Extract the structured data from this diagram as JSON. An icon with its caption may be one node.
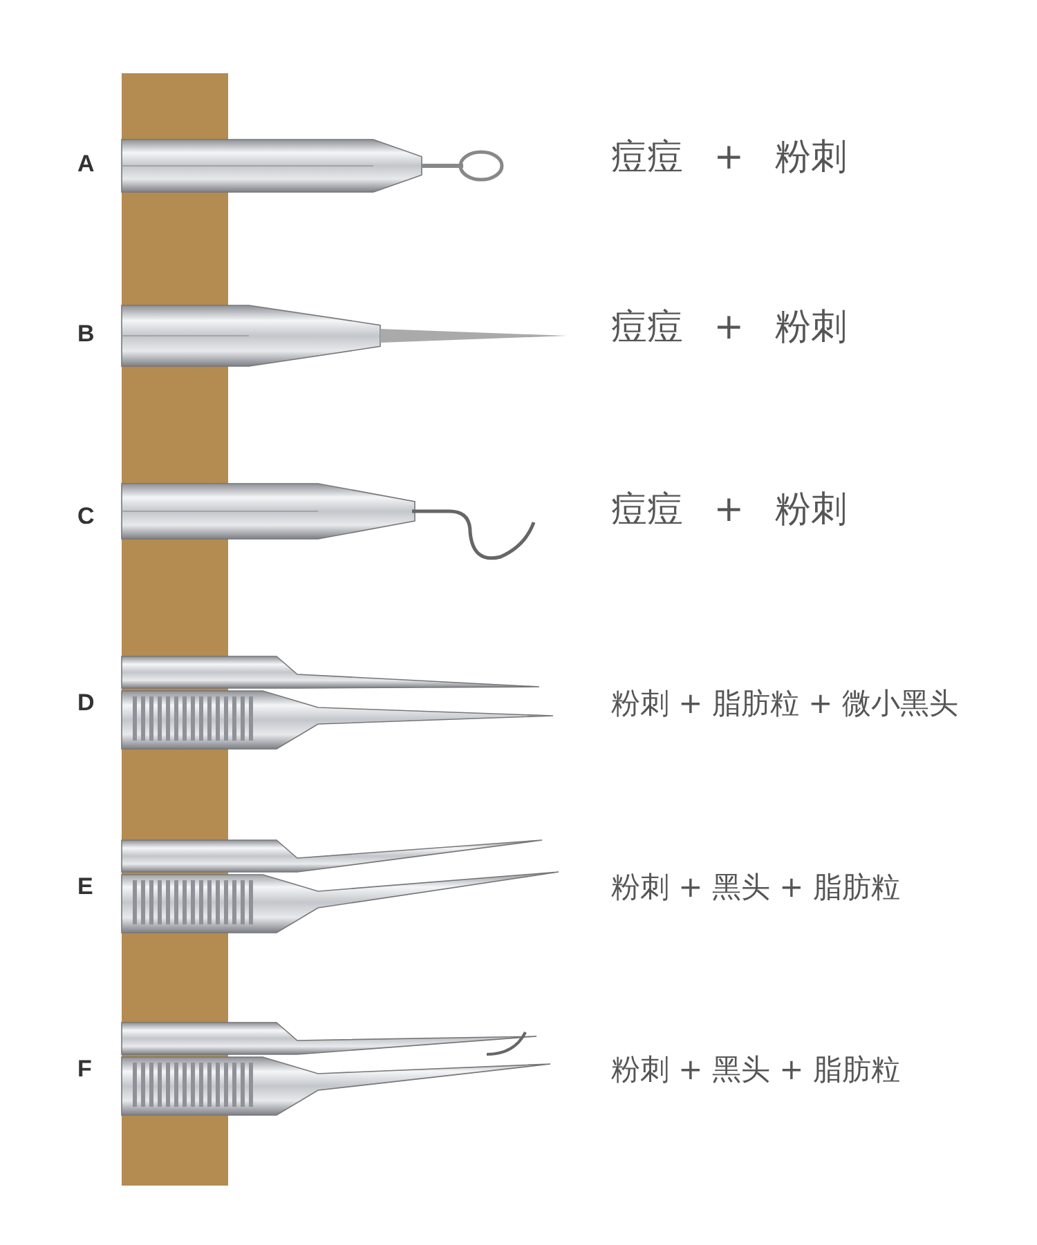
{
  "diagram": {
    "labels": [
      "A",
      "痘痘 + 粉刺",
      "B",
      "痘痘 + 粉刺",
      "C",
      "痘痘 + 粉刺",
      "D",
      "粉刺 + 脂肪粒 + 微小黑头",
      "E",
      "粉刺 + 黑头 + 脂肪粒",
      "F",
      "粉刺 + 黑头 + 脂肪粒"
    ]
  }
}
